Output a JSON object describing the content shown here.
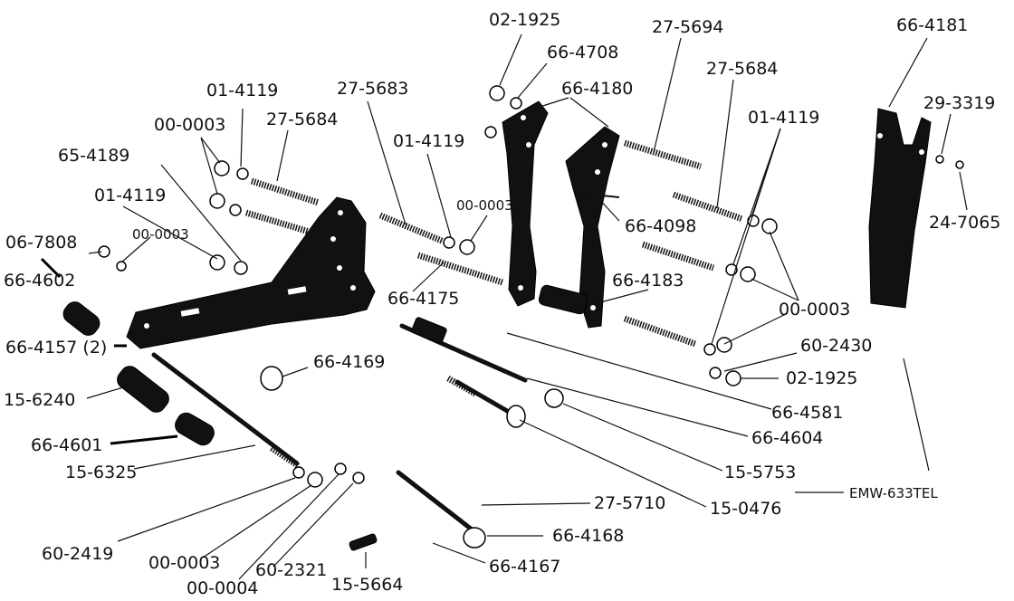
{
  "labels": {
    "l_02_1925_top": "02-1925",
    "l_66_4708": "66-4708",
    "l_27_5694": "27-5694",
    "l_66_4181": "66-4181",
    "l_66_4180": "66-4180",
    "l_27_5684_right": "27-5684",
    "l_29_3319": "29-3319",
    "l_27_5683": "27-5683",
    "l_01_4119_top": "01-4119",
    "l_01_4119_mid": "01-4119",
    "l_01_4119_right": "01-4119",
    "l_00_0003_topleft": "00-0003",
    "l_27_5684_left": "27-5684",
    "l_65_4189": "65-4189",
    "l_00_0003_small_mid": "00-0003",
    "l_24_7065": "24-7065",
    "l_01_4119_left": "01-4119",
    "l_66_4098": "66-4098",
    "l_06_7808": "06-7808",
    "l_00_0003_small_left": "00-0003",
    "l_66_4602": "66-4602",
    "l_66_4175": "66-4175",
    "l_66_4183": "66-4183",
    "l_00_0003_right": "00-0003",
    "l_66_4157": "66-4157 (2)",
    "l_60_2430": "60-2430",
    "l_66_4169": "66-4169",
    "l_02_1925_right": "02-1925",
    "l_15_6240": "15-6240",
    "l_66_4581": "66-4581",
    "l_66_4604": "66-4604",
    "l_66_4601": "66-4601",
    "l_15_6325": "15-6325",
    "l_15_5753": "15-5753",
    "l_27_5710": "27-5710",
    "l_emw": "EMW-633TEL",
    "l_15_0476": "15-0476",
    "l_66_4168": "66-4168",
    "l_60_2419": "60-2419",
    "l_66_4167": "66-4167",
    "l_00_0003_bottom": "00-0003",
    "l_60_2321": "60-2321",
    "l_00_0004": "00-0004",
    "l_15_5664": "15-5664"
  }
}
